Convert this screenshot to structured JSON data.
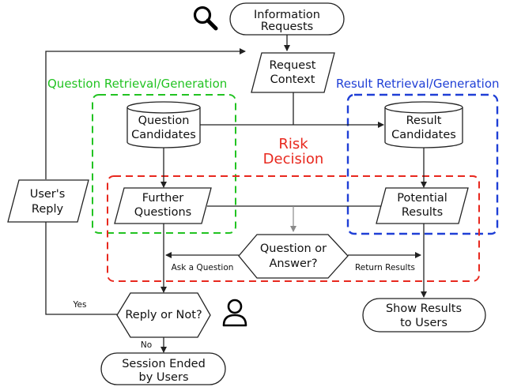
{
  "nodes": {
    "information_requests": [
      "Information",
      "Requests"
    ],
    "request_context": [
      "Request",
      "Context"
    ],
    "question_candidates": [
      "Question",
      "Candidates"
    ],
    "result_candidates": [
      "Result",
      "Candidates"
    ],
    "further_questions": [
      "Further",
      "Questions"
    ],
    "potential_results": [
      "Potential",
      "Results"
    ],
    "question_or_answer": [
      "Question or",
      "Answer?"
    ],
    "users_reply": [
      "User's",
      "Reply"
    ],
    "reply_or_not": "Reply or Not?",
    "show_results": [
      "Show Results",
      "to Users"
    ],
    "session_ended": [
      "Session Ended",
      "by Users"
    ]
  },
  "regions": {
    "question_region": "Question Retrieval/Generation",
    "result_region": "Result Retrieval/Generation",
    "risk": [
      "Risk",
      "Decision"
    ]
  },
  "edge_labels": {
    "ask_question": "Ask a Question",
    "return_results": "Return Results",
    "yes": "Yes",
    "no": "No"
  },
  "colors": {
    "question_region": "#22c322",
    "result_region": "#1f3fd6",
    "risk_region": "#e8281e"
  },
  "icons": {
    "search": "magnifier-icon",
    "user": "user-icon"
  }
}
